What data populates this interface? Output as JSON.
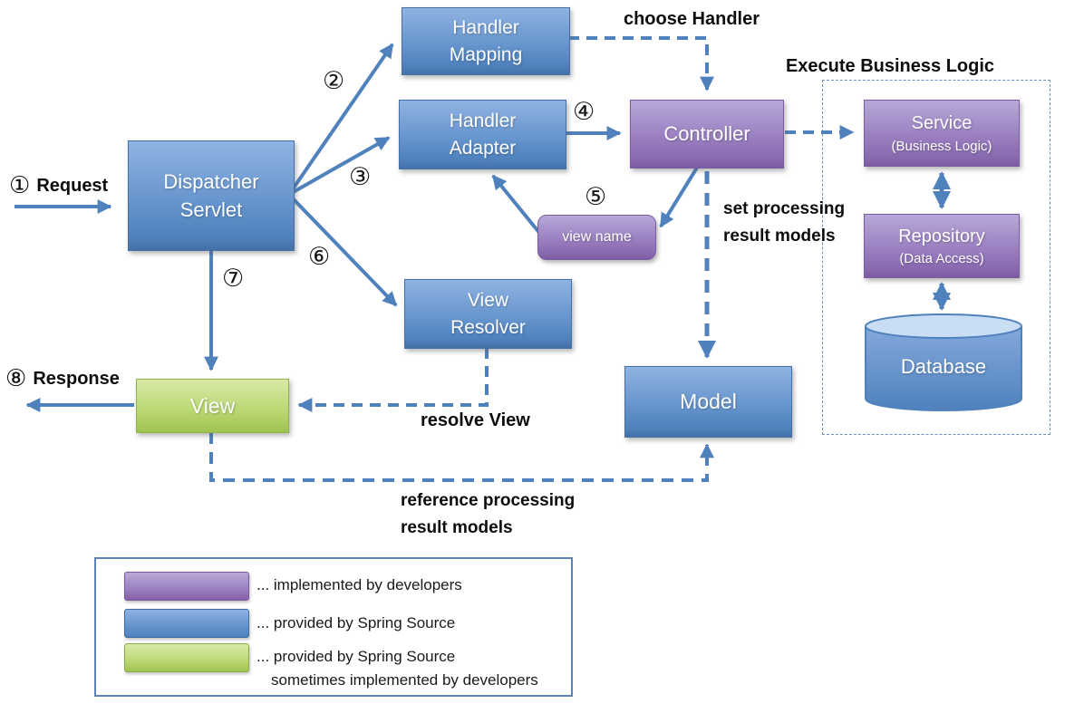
{
  "steps": {
    "n1": "①",
    "n2": "②",
    "n3": "③",
    "n4": "④",
    "n5": "⑤",
    "n6": "⑥",
    "n7": "⑦",
    "n8": "⑧"
  },
  "labels": {
    "request": "Request",
    "response": "Response"
  },
  "boxes": {
    "handler_mapping": {
      "line1": "Handler",
      "line2": "Mapping"
    },
    "handler_adapter": {
      "line1": "Handler",
      "line2": "Adapter"
    },
    "dispatcher_servlet": {
      "line1": "Dispatcher",
      "line2": "Servlet"
    },
    "controller": {
      "label": "Controller"
    },
    "view_name": {
      "label": "view name"
    },
    "view_resolver": {
      "line1": "View",
      "line2": "Resolver"
    },
    "view": {
      "label": "View"
    },
    "model": {
      "label": "Model"
    },
    "service": {
      "title": "Service",
      "subtitle": "(Business Logic)"
    },
    "repository": {
      "title": "Repository",
      "subtitle": "(Data Access)"
    },
    "database": {
      "label": "Database"
    }
  },
  "annotations": {
    "choose_handler": "choose Handler",
    "execute_business_logic": "Execute Business Logic",
    "set_processing_line1": "set processing",
    "set_processing_line2": "result models",
    "resolve_view": "resolve View",
    "reference_line1": "reference processing",
    "reference_line2": "result models"
  },
  "legend": {
    "items": [
      {
        "swatch": "purple",
        "color": "#8667ad",
        "text": "... implemented by developers"
      },
      {
        "swatch": "blue",
        "color": "#4f81bd",
        "text": "... provided by Spring Source"
      },
      {
        "swatch": "green",
        "color": "#9fc351",
        "text": "... provided by Spring Source",
        "text2": "sometimes implemented by developers"
      }
    ]
  },
  "colors": {
    "spring_blue": "#4f81bd",
    "developer_purple": "#8667ad",
    "view_green": "#9fc351",
    "arrow": "#4f81bd",
    "annotation_text": "#0d0d0d",
    "container_border": "#6a93c4"
  }
}
